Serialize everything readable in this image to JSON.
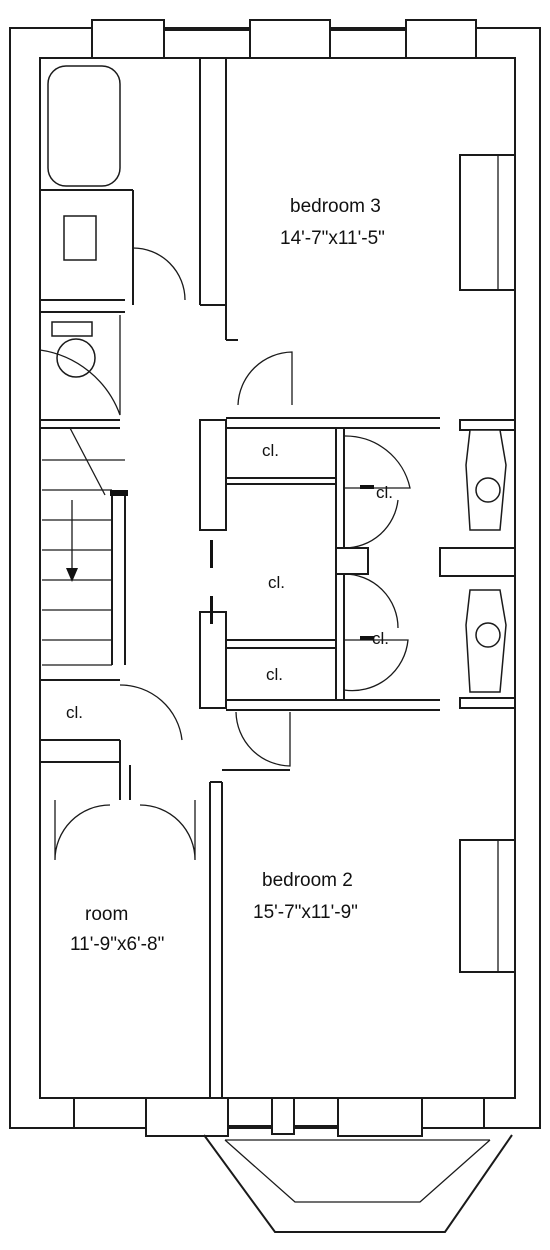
{
  "rooms": {
    "bedroom3": {
      "name": "bedroom 3",
      "dims": "14'-7\"x11'-5\""
    },
    "bedroom2": {
      "name": "bedroom 2",
      "dims": "15'-7\"x11'-9\""
    },
    "room": {
      "name": "room",
      "dims": "11'-9\"x6'-8\""
    }
  },
  "closets": {
    "upper": "cl.",
    "right_upper": "cl.",
    "center": "cl.",
    "right_lower": "cl.",
    "lower": "cl.",
    "left": "cl."
  }
}
